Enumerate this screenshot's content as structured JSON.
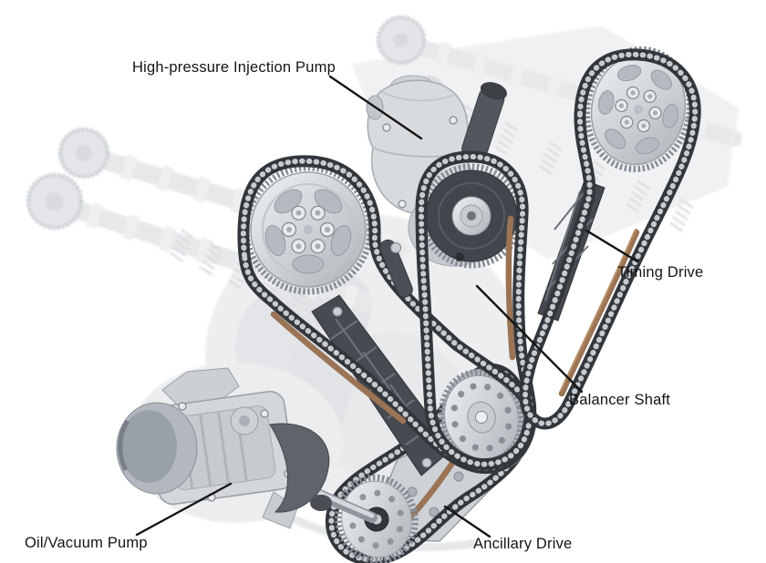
{
  "figure": {
    "description": "Exploded technical illustration of an engine chain drive system with five callout labels",
    "labels": [
      {
        "id": "high-pressure-injection-pump",
        "text": "High-pressure Injection Pump"
      },
      {
        "id": "timing-drive",
        "text": "Timing Drive"
      },
      {
        "id": "balancer-shaft",
        "text": "Balancer Shaft"
      },
      {
        "id": "ancillary-drive",
        "text": "Ancillary Drive"
      },
      {
        "id": "oil-vacuum-pump",
        "text": "Oil/Vacuum Pump"
      }
    ],
    "colors": {
      "background": "#ffffff",
      "label_text": "#141414",
      "leader_line": "#141414",
      "chain_dark": "#33373c",
      "chain_roller": "#c6cbd0",
      "chain_guide_brown": "#9a7455",
      "tensioner_dark": "#474a50",
      "metal_light": "#d8dbde",
      "metal_mid": "#aeb3b9",
      "pump_sprocket_dark": "#42464c",
      "ghost_engine": "#cfd3d7"
    }
  }
}
